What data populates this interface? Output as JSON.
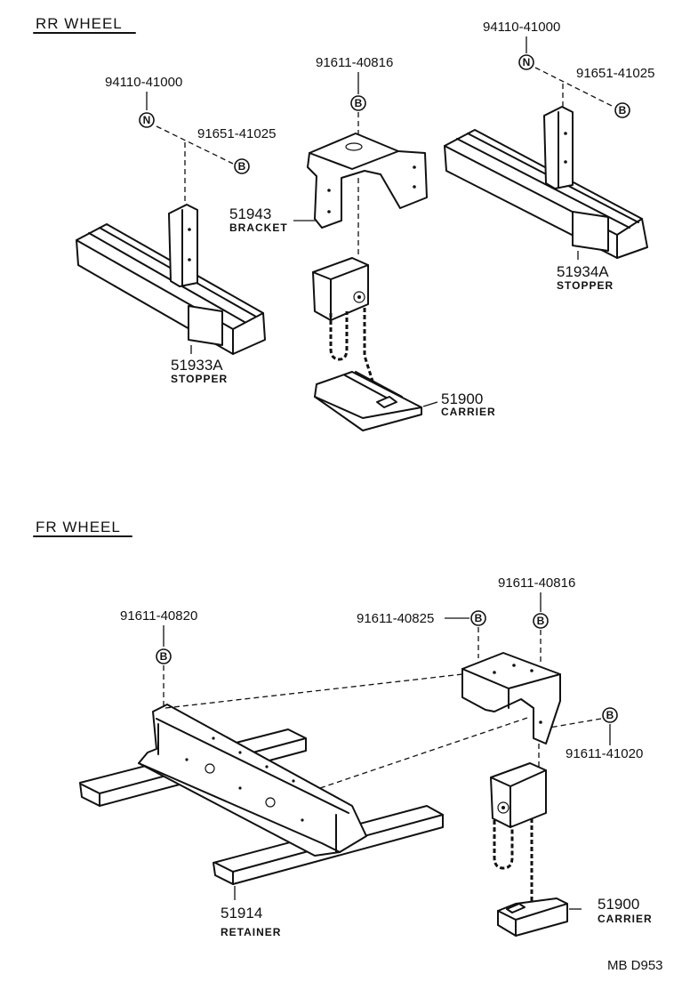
{
  "sections": {
    "rear": "RR  WHEEL",
    "front": "FR  WHEEL"
  },
  "rear": {
    "left_nut_part": "94110-41000",
    "left_bolt_part": "91651-41025",
    "center_bolt_part": "91611-40816",
    "right_nut_part": "94110-41000",
    "right_bolt_part": "91651-41025",
    "bracket_number": "51943",
    "bracket_name": "BRACKET",
    "left_stopper_number": "51933A",
    "left_stopper_name": "STOPPER",
    "right_stopper_number": "51934A",
    "right_stopper_name": "STOPPER",
    "carrier_number": "51900",
    "carrier_name": "CARRIER"
  },
  "front": {
    "left_bolt_part": "91611-40820",
    "mid_bolt_part": "91611-40825",
    "top_bolt_part": "91611-40816",
    "side_bolt_part": "91611-41020",
    "retainer_number": "51914",
    "retainer_name": "RETAINER",
    "carrier_number": "51900",
    "carrier_name": "CARRIER"
  },
  "badges": {
    "nut": "N",
    "bolt": "B"
  },
  "footer": {
    "code": "MB  D953"
  }
}
